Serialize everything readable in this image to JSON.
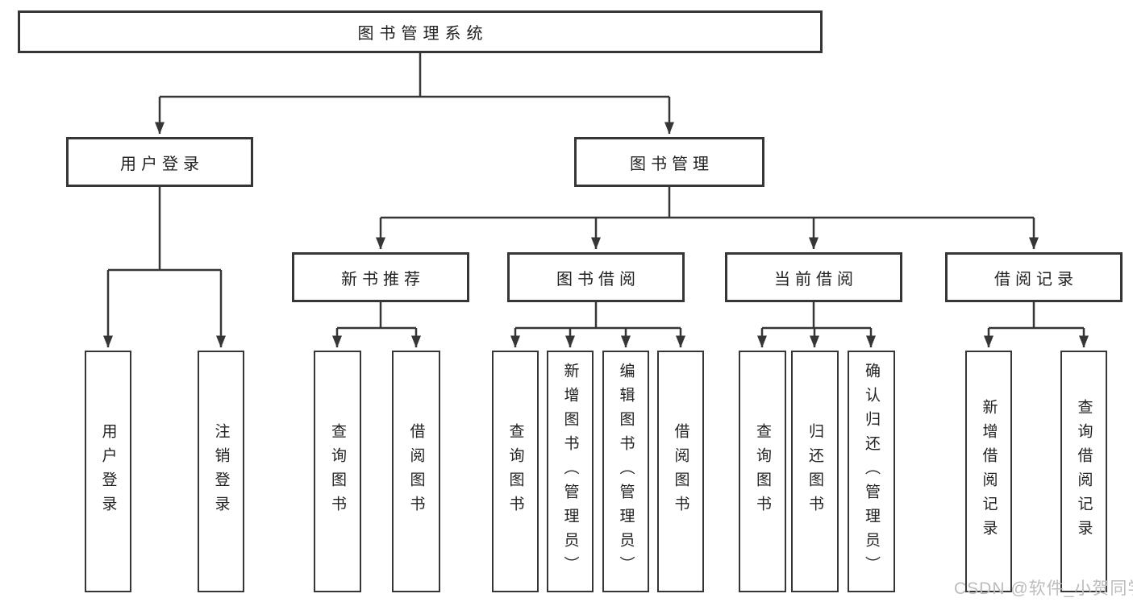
{
  "tree": {
    "label": "图书管理系统",
    "children": [
      {
        "label": "用户登录",
        "children": [
          {
            "label": "用户登录"
          },
          {
            "label": "注销登录"
          }
        ]
      },
      {
        "label": "图书管理",
        "children": [
          {
            "label": "新书推荐",
            "children": [
              {
                "label": "查询图书"
              },
              {
                "label": "借阅图书"
              }
            ]
          },
          {
            "label": "图书借阅",
            "children": [
              {
                "label": "查询图书"
              },
              {
                "label": "新增图书（管理员）"
              },
              {
                "label": "编辑图书（管理员）"
              },
              {
                "label": "借阅图书"
              }
            ]
          },
          {
            "label": "当前借阅",
            "children": [
              {
                "label": "查询图书"
              },
              {
                "label": "归还图书"
              },
              {
                "label": "确认归还（管理员）"
              }
            ]
          },
          {
            "label": "借阅记录",
            "children": [
              {
                "label": "新增借阅记录"
              },
              {
                "label": "查询借阅记录"
              }
            ]
          }
        ]
      }
    ]
  },
  "watermark": {
    "text": "CSDN @软件_小贺同学"
  },
  "colors": {
    "line": "#363636",
    "text": "#222222",
    "watermark": "#bcbcbc",
    "background": "#ffffff"
  }
}
